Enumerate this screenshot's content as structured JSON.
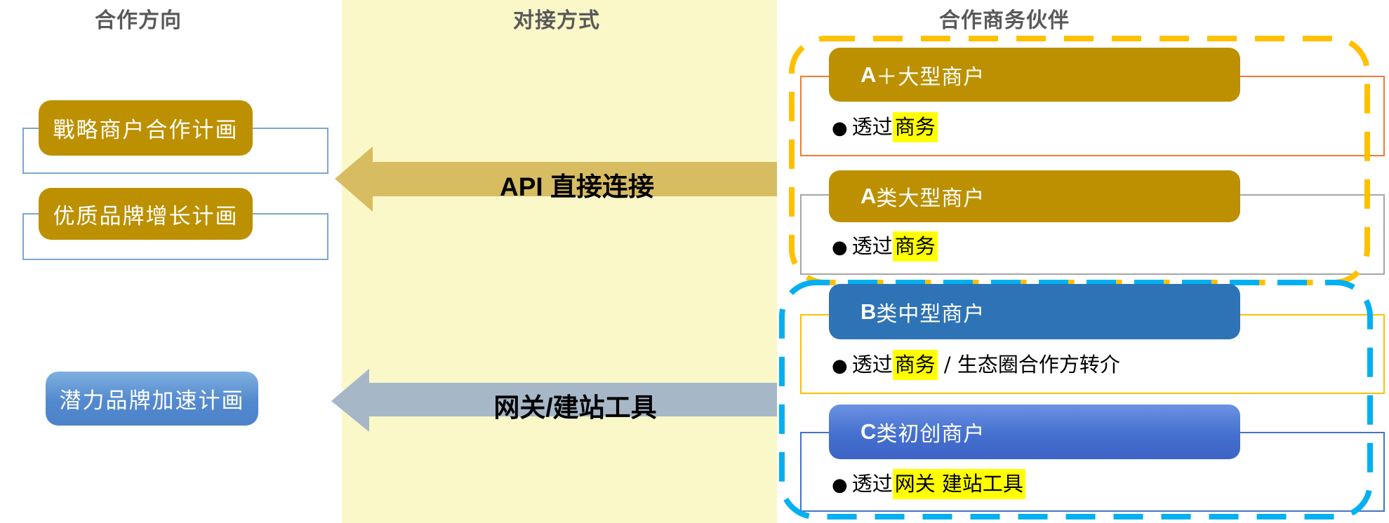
{
  "headers": {
    "left": "合作方向",
    "middle": "对接方式",
    "right": "合作商务伙伴"
  },
  "plans": [
    {
      "label": "戰略商户合作计画"
    },
    {
      "label": "优质品牌增长计画"
    },
    {
      "label": "潜力品牌加速计画"
    }
  ],
  "arrows": [
    {
      "label": "API 直接连接"
    },
    {
      "label": "网关/建站工具"
    }
  ],
  "partners": [
    {
      "prefix": "A",
      "name": "＋大型商户",
      "bullet": {
        "pre": "透过",
        "highlight": "商务",
        "post": ""
      }
    },
    {
      "prefix": "A",
      "name": "类大型商户",
      "bullet": {
        "pre": "透过",
        "highlight": "商务",
        "post": ""
      }
    },
    {
      "prefix": "B",
      "name": "类中型商户",
      "bullet": {
        "pre": "透过",
        "highlight": "商务",
        "post": " / 生态圈合作方转介"
      }
    },
    {
      "prefix": "C",
      "name": "类初创商户",
      "bullet": {
        "pre": "透过",
        "highlight": "网关 建站工具",
        "post": ""
      }
    }
  ],
  "colors": {
    "gold_box": "#BC9000",
    "steel_blue_box": "#2E73B5",
    "royal_blue_box": "#4470CE",
    "plan_blue_box": "#5389CE",
    "yellow_panel": "#FAF8C9",
    "arrow_api": "#D8BC62",
    "arrow_gateway": "#A6B7C8",
    "dash_gold": "#FFC000",
    "dash_cyan": "#00B0F0",
    "outline_orange": "#ED7D31",
    "outline_gray": "#A6A6A6",
    "outline_gold": "#FFC000",
    "outline_blue": "#4472C4",
    "plan_outline_blue": "#7CA6D7",
    "header_text": "#595959",
    "highlight": "#FFFF00"
  }
}
